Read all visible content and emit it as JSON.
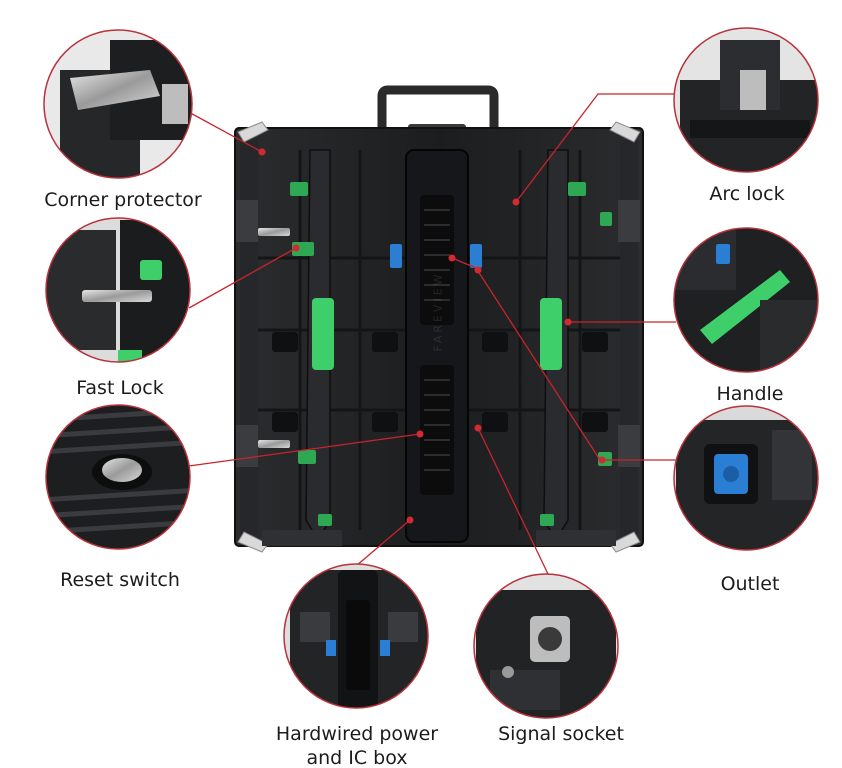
{
  "labels": {
    "corner_protector": "Corner protector",
    "fast_lock": "Fast Lock",
    "reset_switch": "Reset switch",
    "arc_lock": "Arc lock",
    "handle": "Handle",
    "outlet": "Outlet",
    "hardwired_line1": "Hardwired power",
    "hardwired_line2": "and IC box",
    "signal_socket": "Signal socket"
  },
  "watermark": "FAREVIEW",
  "colors": {
    "callout_line": "#c8242b",
    "circle_border": "#b8323a",
    "cabinet": "#1e1f21",
    "lock_green": "#3fcf6a",
    "power_blue": "#2a7fd4"
  }
}
